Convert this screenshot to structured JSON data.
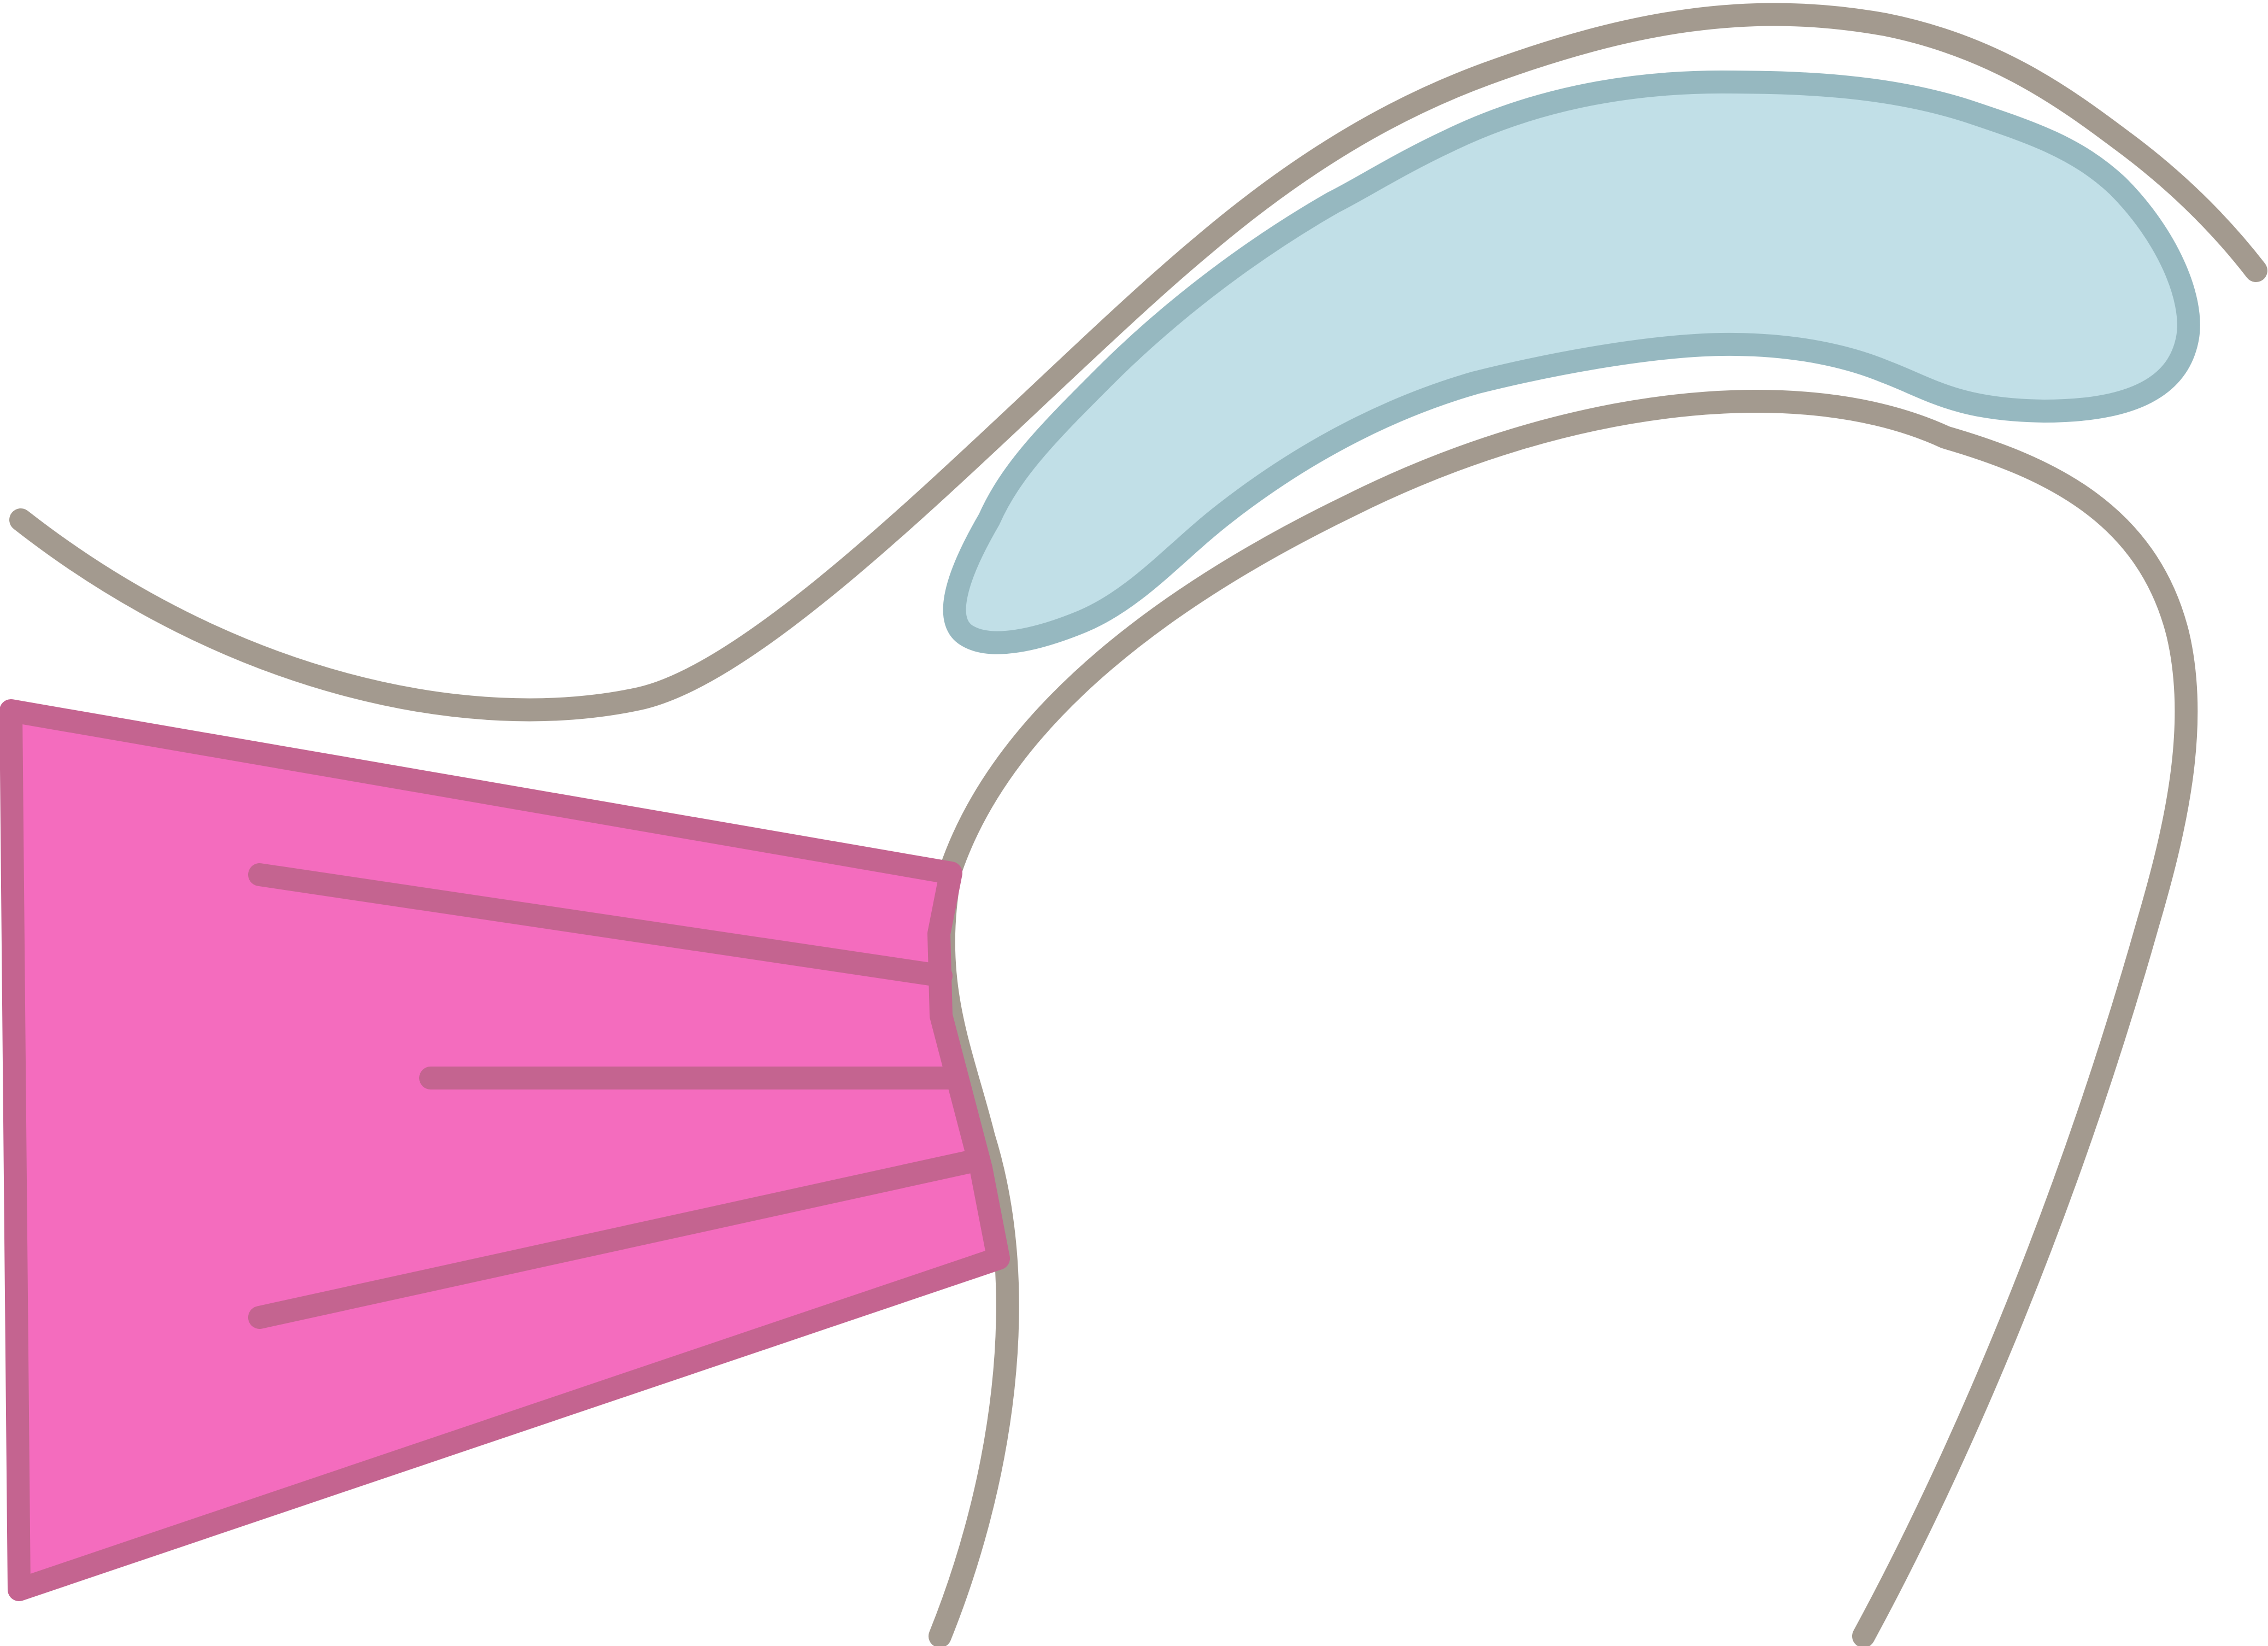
{
  "diagram": {
    "background": "#ffffff",
    "colors": {
      "bone_outline": "#a39a8f",
      "muscle_fill": "#f46cbe",
      "muscle_outline": "#c46490",
      "bursa_fill": "#c1dfe7",
      "bursa_outline": "#96b8c0"
    },
    "shapes": [
      {
        "name": "upper-bone-contour",
        "type": "curve"
      },
      {
        "name": "lower-bone-contour",
        "type": "curve"
      },
      {
        "name": "blue-bursa",
        "type": "filled-region"
      },
      {
        "name": "pink-muscle",
        "type": "filled-region",
        "fiber_lines": 3
      }
    ]
  }
}
